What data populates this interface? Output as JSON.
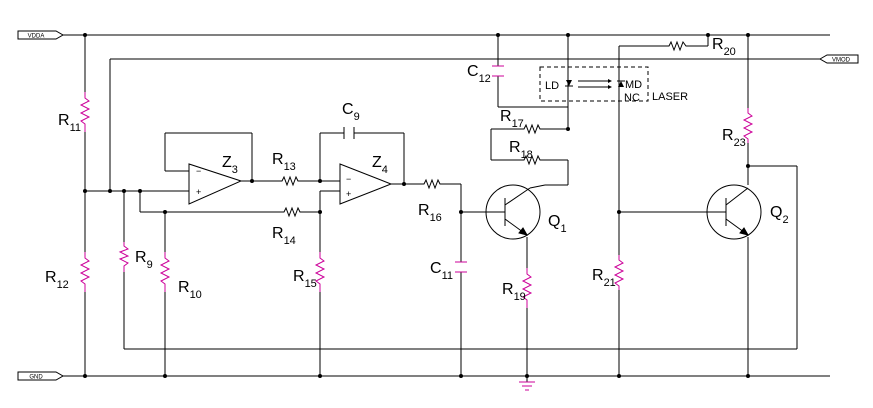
{
  "ports": {
    "vdda": "VDDA",
    "gnd": "GND",
    "vmod": "VMOD"
  },
  "components": {
    "R11": {
      "name": "R",
      "sub": "11"
    },
    "R12": {
      "name": "R",
      "sub": "12"
    },
    "R9": {
      "name": "R",
      "sub": "9"
    },
    "R10": {
      "name": "R",
      "sub": "10"
    },
    "R13": {
      "name": "R",
      "sub": "13"
    },
    "R14": {
      "name": "R",
      "sub": "14"
    },
    "R15": {
      "name": "R",
      "sub": "15"
    },
    "R16": {
      "name": "R",
      "sub": "16"
    },
    "R17": {
      "name": "R",
      "sub": "17"
    },
    "R18": {
      "name": "R",
      "sub": "18"
    },
    "R19": {
      "name": "R",
      "sub": "19"
    },
    "R20": {
      "name": "R",
      "sub": "20"
    },
    "R21": {
      "name": "R",
      "sub": "21"
    },
    "R23": {
      "name": "R",
      "sub": "23"
    },
    "C9": {
      "name": "C",
      "sub": "9"
    },
    "C11": {
      "name": "C",
      "sub": "11"
    },
    "C12": {
      "name": "C",
      "sub": "12"
    },
    "Z3": {
      "name": "Z",
      "sub": "3"
    },
    "Z4": {
      "name": "Z",
      "sub": "4"
    },
    "Q1": {
      "name": "Q",
      "sub": "1"
    },
    "Q2": {
      "name": "Q",
      "sub": "2"
    }
  },
  "laser": {
    "ld": "LD",
    "md": "MD",
    "nc": "NC",
    "label": "LASER"
  },
  "opamp_pins": {
    "minus": "−",
    "plus": "+"
  },
  "colors": {
    "wire": "#000000",
    "resistor": "#cc0099",
    "capacitor": "#cc0099",
    "ground": "#cc0099"
  }
}
